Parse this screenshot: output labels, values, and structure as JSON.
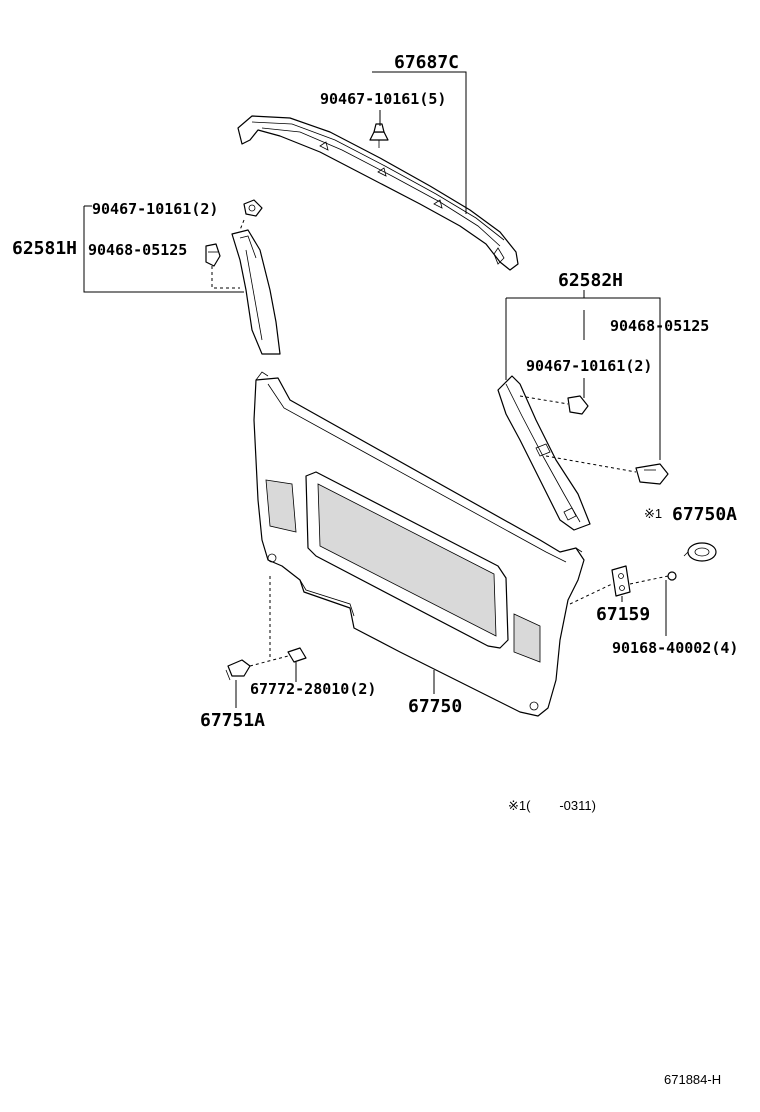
{
  "callouts": {
    "c67687C": "67687C",
    "c90467_top": "90467-10161(5)",
    "c90467_left": "90467-10161(2)",
    "c62581H": "62581H",
    "c90468_left": "90468-05125",
    "c62582H": "62582H",
    "c90468_right": "90468-05125",
    "c90467_right": "90467-10161(2)",
    "c67750A_mark": "※1",
    "c67750A": "67750A",
    "c67159": "67159",
    "c90168": "90168-40002(4)",
    "c67772": "67772-28010(2)",
    "c67750": "67750",
    "c67751A": "67751A"
  },
  "footnote": {
    "text": "※1(        -0311)"
  },
  "drawing_id": "671884-H",
  "icons": [
    "clip-icon",
    "screw-icon",
    "fastener-icon"
  ]
}
